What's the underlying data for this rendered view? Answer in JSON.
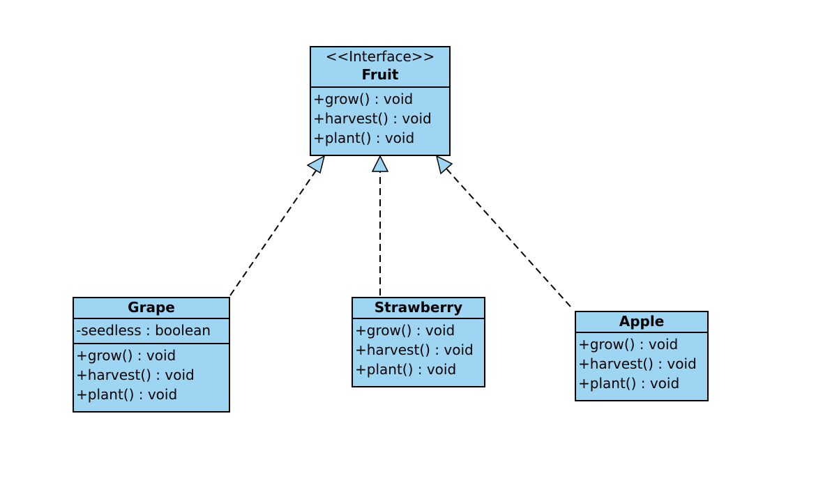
{
  "diagram": {
    "classes": {
      "fruit": {
        "stereotype": "<<Interface>>",
        "name": "Fruit",
        "operations": [
          "+grow() : void",
          "+harvest() : void",
          "+plant() : void"
        ]
      },
      "grape": {
        "name": "Grape",
        "attributes": [
          "-seedless : boolean"
        ],
        "operations": [
          "+grow() : void",
          "+harvest() : void",
          "+plant() : void"
        ]
      },
      "strawberry": {
        "name": "Strawberry",
        "operations": [
          "+grow() : void",
          "+harvest() : void",
          "+plant() : void"
        ]
      },
      "apple": {
        "name": "Apple",
        "operations": [
          "+grow() : void",
          "+harvest() : void",
          "+plant() : void"
        ]
      }
    },
    "relationships": [
      {
        "type": "realization",
        "from": "Grape",
        "to": "Fruit"
      },
      {
        "type": "realization",
        "from": "Strawberry",
        "to": "Fruit"
      },
      {
        "type": "realization",
        "from": "Apple",
        "to": "Fruit"
      }
    ],
    "colors": {
      "class_fill": "#9dd5f3",
      "line": "#000000"
    }
  }
}
